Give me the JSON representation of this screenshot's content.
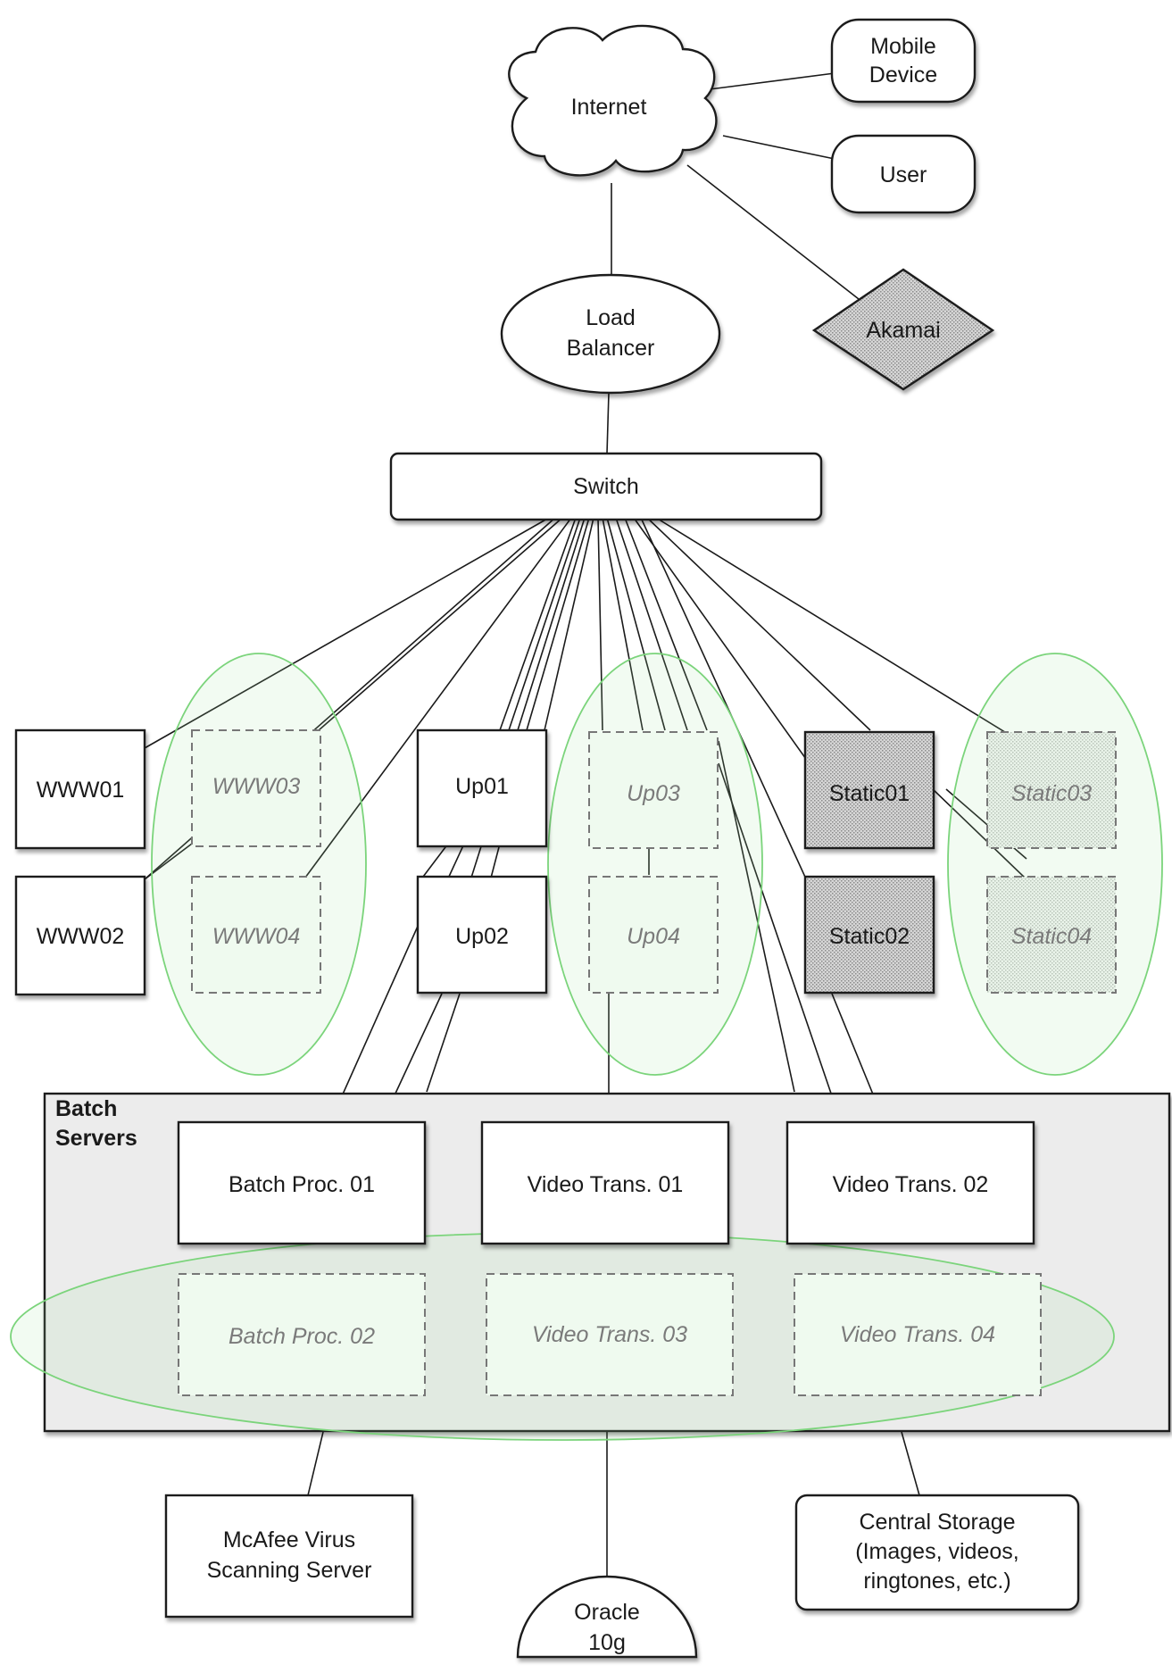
{
  "nodes": {
    "internet": "Internet",
    "mobile": [
      "Mobile",
      "Device"
    ],
    "user": "User",
    "akamai": "Akamai",
    "load_balancer": [
      "Load",
      "Balancer"
    ],
    "switch": "Switch",
    "www01": "WWW01",
    "www02": "WWW02",
    "www03": "WWW03",
    "www04": "WWW04",
    "up01": "Up01",
    "up02": "Up02",
    "up03": "Up03",
    "up04": "Up04",
    "static01": "Static01",
    "static02": "Static02",
    "static03": "Static03",
    "static04": "Static04",
    "batch_group": [
      "Batch",
      "Servers"
    ],
    "batch01": "Batch Proc. 01",
    "batch02": "Batch Proc. 02",
    "video01": "Video Trans. 01",
    "video02": "Video Trans. 02",
    "video03": "Video Trans. 03",
    "video04": "Video Trans. 04",
    "mcafee": [
      "McAfee Virus",
      "Scanning Server"
    ],
    "storage": [
      "Central Storage",
      "(Images, videos,",
      "ringtones, etc.)"
    ],
    "oracle": [
      "Oracle",
      "10g"
    ]
  }
}
